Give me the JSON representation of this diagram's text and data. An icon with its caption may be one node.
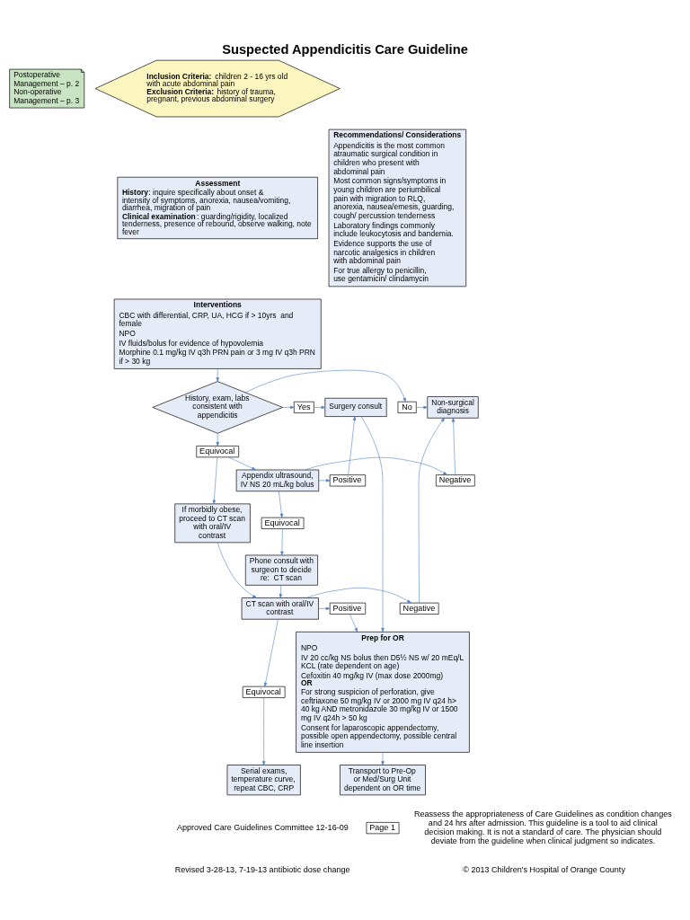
{
  "diagram": {
    "title": "Suspected Appendicitis Care Guideline",
    "nodes": [
      {
        "text": [
          "Postoperative Management – p. 2",
          "Non-operative Management – p. 3"
        ]
      },
      {
        "text": [
          "**Inclusion Criteria:** children 2 - 16 yrs old with acute abdominal pain",
          "**Exclusion Criteria:** history of trauma, pregnant, previous abdominal surgery"
        ]
      },
      {
        "text": [
          "Assessment",
          "**History**: inquire specifically about onset & intensity of symptoms, anorexia, nausea/vomiting, diarrhea, migration of pain",
          "**Clinical examination**: guarding/rigidity, localized tenderness, presence of rebound, observe walking, note fever"
        ]
      },
      {
        "text": [
          "Interventions",
          "CBC with differential, CRP, UA, HCG if > 10yrs  and female",
          "NPO",
          "IV fluids/bolus for evidence of hypovolemia",
          "Morphine 0.1 mg/kg IV q3h PRN pain or 3 mg IV q3h PRN if > 30 kg"
        ]
      },
      {
        "text": [
          "History, exam, labs consistent with appendicitis"
        ]
      },
      {
        "text": [
          "No"
        ]
      },
      {
        "text": [
          "Non-surgical diagnosis"
        ]
      },
      {
        "text": [
          "Yes"
        ]
      },
      {
        "text": [
          "Surgery consult"
        ]
      },
      {
        "text": [
          "Equivocal"
        ]
      },
      {
        "text": [
          "If morbidly obese, proceed to CT scan with oral/IV contrast"
        ]
      },
      {
        "text": [
          "Appendix ultrasound, IV NS 20 mL/kg bolus"
        ]
      },
      {
        "text": [
          "Negative"
        ]
      },
      {
        "text": [
          "Positive"
        ]
      },
      {
        "text": [
          "Equivocal"
        ]
      },
      {
        "text": [
          "Phone consult with surgeon to decide re:  CT scan"
        ]
      },
      {
        "text": [
          "CT scan with oral/IV contrast"
        ]
      },
      {
        "text": [
          "Negative"
        ]
      },
      {
        "text": [
          "Positive"
        ]
      },
      {
        "text": [
          "Equivocal"
        ]
      },
      {
        "text": [
          "Serial exams, temperature curve, repeat CBC, CRP"
        ]
      },
      {
        "text": [
          "Prep for OR",
          "NPO",
          "IV 20 cc/kg NS bolus then D5½ NS w/ 20 mEq/L KCL (rate dependent on age)",
          "Cefoxitin 40 mg/kg IV (max dose 2000mg) **OR**",
          "For strong suspicion of perforation, give ceftriaxone 50 mg/kg IV or 2000 mg IV q24 h> 40 kg AND metronidazole 30 mg/kg IV or 1500 mg IV q24h > 50 kg",
          "Consent for laparoscopic appendectomy, possible open appendectomy, possible central line insertion"
        ]
      },
      {
        "text": [
          "Transport to Pre-Op or Med/Surg Unit dependent on OR time"
        ]
      },
      {
        "text": [
          "Recommendations/ Considerations",
          "Appendicitis is the most common atraumatic surgical condition in children who present with abdominal pain",
          "Most common signs/symptoms in young children are periumbilical pain with migration to RLQ,  anorexia, nausea/emesis, guarding, cough/ percussion tenderness",
          "Laboratory findings commonly include leukocytosis and bandemia.",
          "Evidence supports the use of narcotic analgesics in children with abdominal pain",
          "For true allergy to penicillin, use gentamicin/ clindamycin"
        ]
      },
      {
        "text": [
          "Page 1"
        ]
      }
    ],
    "edges": [
      {
        "from": 3,
        "to": 4,
        "arrow": "to"
      },
      {
        "from": 4,
        "to": 5,
        "arrow": "to"
      },
      {
        "from": 5,
        "to": 6,
        "arrow": "to"
      },
      {
        "from": 4,
        "to": 7,
        "arrow": "to"
      },
      {
        "from": 7,
        "to": 8,
        "arrow": "to"
      },
      {
        "from": 4,
        "to": 9,
        "arrow": "to"
      },
      {
        "from": 9,
        "to": 10,
        "arrow": "to"
      },
      {
        "from": 9,
        "to": 11,
        "arrow": "to"
      },
      {
        "from": 11,
        "to": 12,
        "arrow": "to"
      },
      {
        "from": 12,
        "to": 6,
        "arrow": "to"
      },
      {
        "from": 11,
        "to": 13,
        "arrow": "to"
      },
      {
        "from": 13,
        "to": 8,
        "arrow": "to"
      },
      {
        "from": 11,
        "to": 14,
        "arrow": "to"
      },
      {
        "from": 14,
        "to": 15,
        "arrow": "to"
      },
      {
        "from": 15,
        "to": 16,
        "arrow": "to"
      },
      {
        "from": 10,
        "to": 16,
        "arrow": "to"
      },
      {
        "from": 16,
        "to": 17,
        "arrow": "to"
      },
      {
        "from": 17,
        "to": 6,
        "arrow": "to"
      },
      {
        "from": 16,
        "to": 18,
        "arrow": "to"
      },
      {
        "from": 18,
        "to": 21,
        "arrow": "to"
      },
      {
        "from": 16,
        "to": 19,
        "arrow": "to"
      },
      {
        "from": 19,
        "to": 20,
        "arrow": "to"
      },
      {
        "from": 8,
        "to": 21,
        "arrow": "to"
      },
      {
        "from": 21,
        "to": 22,
        "arrow": "to"
      }
    ],
    "labels": [
      "Approved Care Guidelines Committee 12-16-09",
      "Revised 3-28-13, 7-19-13 antibiotic dose change",
      "Reassess the appropriateness of Care Guidelines as condition changes and 24 hrs after admission. This guideline is a tool to aid clinical decision making. It is not a standard of care. The physician should deviate from the guideline when clinical judgment so indicates.",
      "© 2013 Children's Hospital of Orange County"
    ]
  }
}
